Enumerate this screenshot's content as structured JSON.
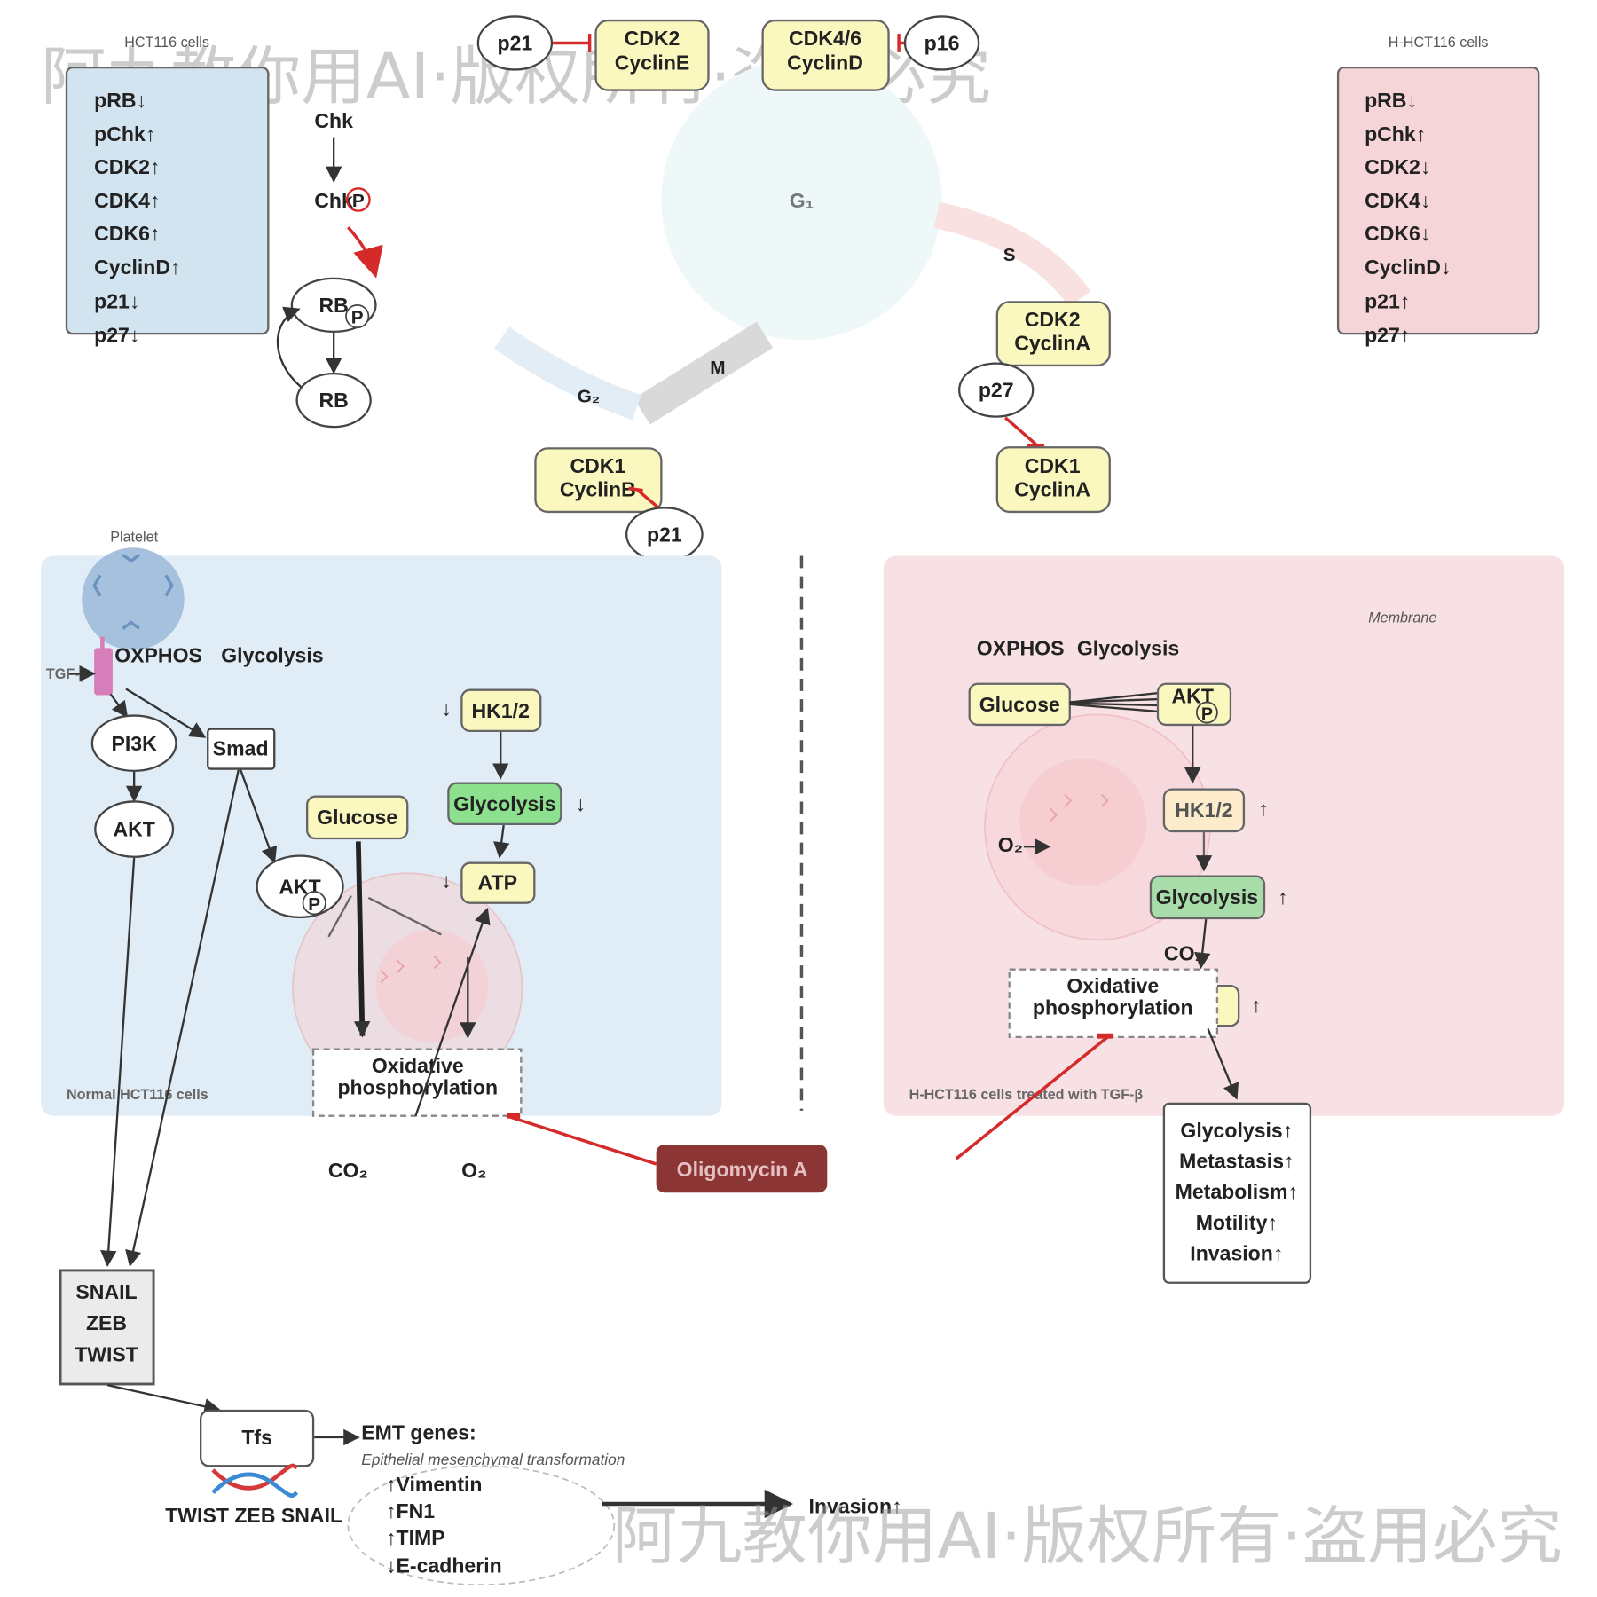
{
  "watermark": "阿九教你用AI·版权所有·盗用必究",
  "phospho": "P",
  "top_left": {
    "label": "HCT116 cells",
    "items": [
      "pRB↓",
      "pChk↑",
      "CDK2↑",
      "CDK4↑",
      "CDK6↑",
      "CyclinD↑",
      "p21↓",
      "p27↓"
    ]
  },
  "top_right": {
    "label": "H-HCT116 cells",
    "items": [
      "pRB↓",
      "pChk↑",
      "CDK2↓",
      "CDK4↓",
      "CDK6↓",
      "CyclinD↓",
      "p21↑",
      "p27↑"
    ]
  },
  "chk": {
    "chk": "Chk",
    "chk_p": "Chk",
    "rb_p": "RB",
    "rb": "RB"
  },
  "cycle": {
    "g1": "G₁",
    "s": "S",
    "m": "M",
    "g2": "G₂"
  },
  "nodes": {
    "p21_top": "p21",
    "p16": "p16",
    "p27": "p27",
    "p21_bottom": "p21",
    "cdk2_cycline": [
      "CDK2",
      "CyclinE"
    ],
    "cdk46_cyclind": [
      "CDK4/6",
      "CyclinD"
    ],
    "cdk2_cyclina": [
      "CDK2",
      "CyclinA"
    ],
    "cdk1_cyclina": [
      "CDK1",
      "CyclinA"
    ],
    "cdk1_cyclinb": [
      "CDK1",
      "CyclinB"
    ]
  },
  "normal_panel": {
    "platelet": "Platelet",
    "tgfb": "TGF-β",
    "oxphos": "OXPHOS",
    "glycolysis_title": "Glycolysis",
    "pi3k": "PI3K",
    "akt": "AKT",
    "smad": "Smad",
    "akt_p": "AKT",
    "glucose": "Glucose",
    "hk": "HK1/2",
    "glycolysis": "Glycolysis",
    "atp": "ATP",
    "down": "↓",
    "oxphos_box": [
      "Oxidative",
      "phosphorylation"
    ],
    "co2": "CO₂",
    "o2": "O₂",
    "label": "Normal HCT116 cells"
  },
  "inhibitor": "Oligomycin A",
  "treated_panel": {
    "membrane": "Membrane",
    "oxphos": "OXPHOS",
    "glycolysis_title": "Glycolysis",
    "glucose": "Glucose",
    "akt": "AKT",
    "o2": "O₂",
    "hk": "HK1/2",
    "glycolysis": "Glycolysis",
    "co2": "CO₂",
    "up": "↑",
    "oxphos_box": [
      "Oxidative",
      "phosphorylation"
    ],
    "label": "H-HCT116 cells treated with TGF-β",
    "outcomes": [
      "Glycolysis↑",
      "Metastasis↑",
      "Metabolism↑",
      "Motility↑",
      "Invasion↑"
    ]
  },
  "emt": {
    "tf_box": [
      "SNAIL",
      "ZEB",
      "TWIST"
    ],
    "tfs": "Tfs",
    "dna_label": "TWIST ZEB SNAIL",
    "genes_title": "EMT genes:",
    "genes_subtitle": "Epithelial mesenchymal transformation",
    "genes": [
      "↑Vimentin",
      "↑FN1",
      "↑TIMP",
      "↓E-cadherin"
    ],
    "result": "Invasion↑"
  },
  "colors": {
    "yellow": "#fbf8bf",
    "green": "#8de08d",
    "green_faded": "#a8dca8",
    "yellow_faded": "#fdeccb",
    "blue_box": "#d3e4f1",
    "pink_box": "#f5d5d8",
    "blue_panel": "#e1edf6",
    "pink_panel": "#f8e1e4",
    "inhibitor": "#8b3535",
    "inhibition_red": "#d42a2a",
    "platelet": "#a6c1dd",
    "receptor": "#d77dba"
  }
}
